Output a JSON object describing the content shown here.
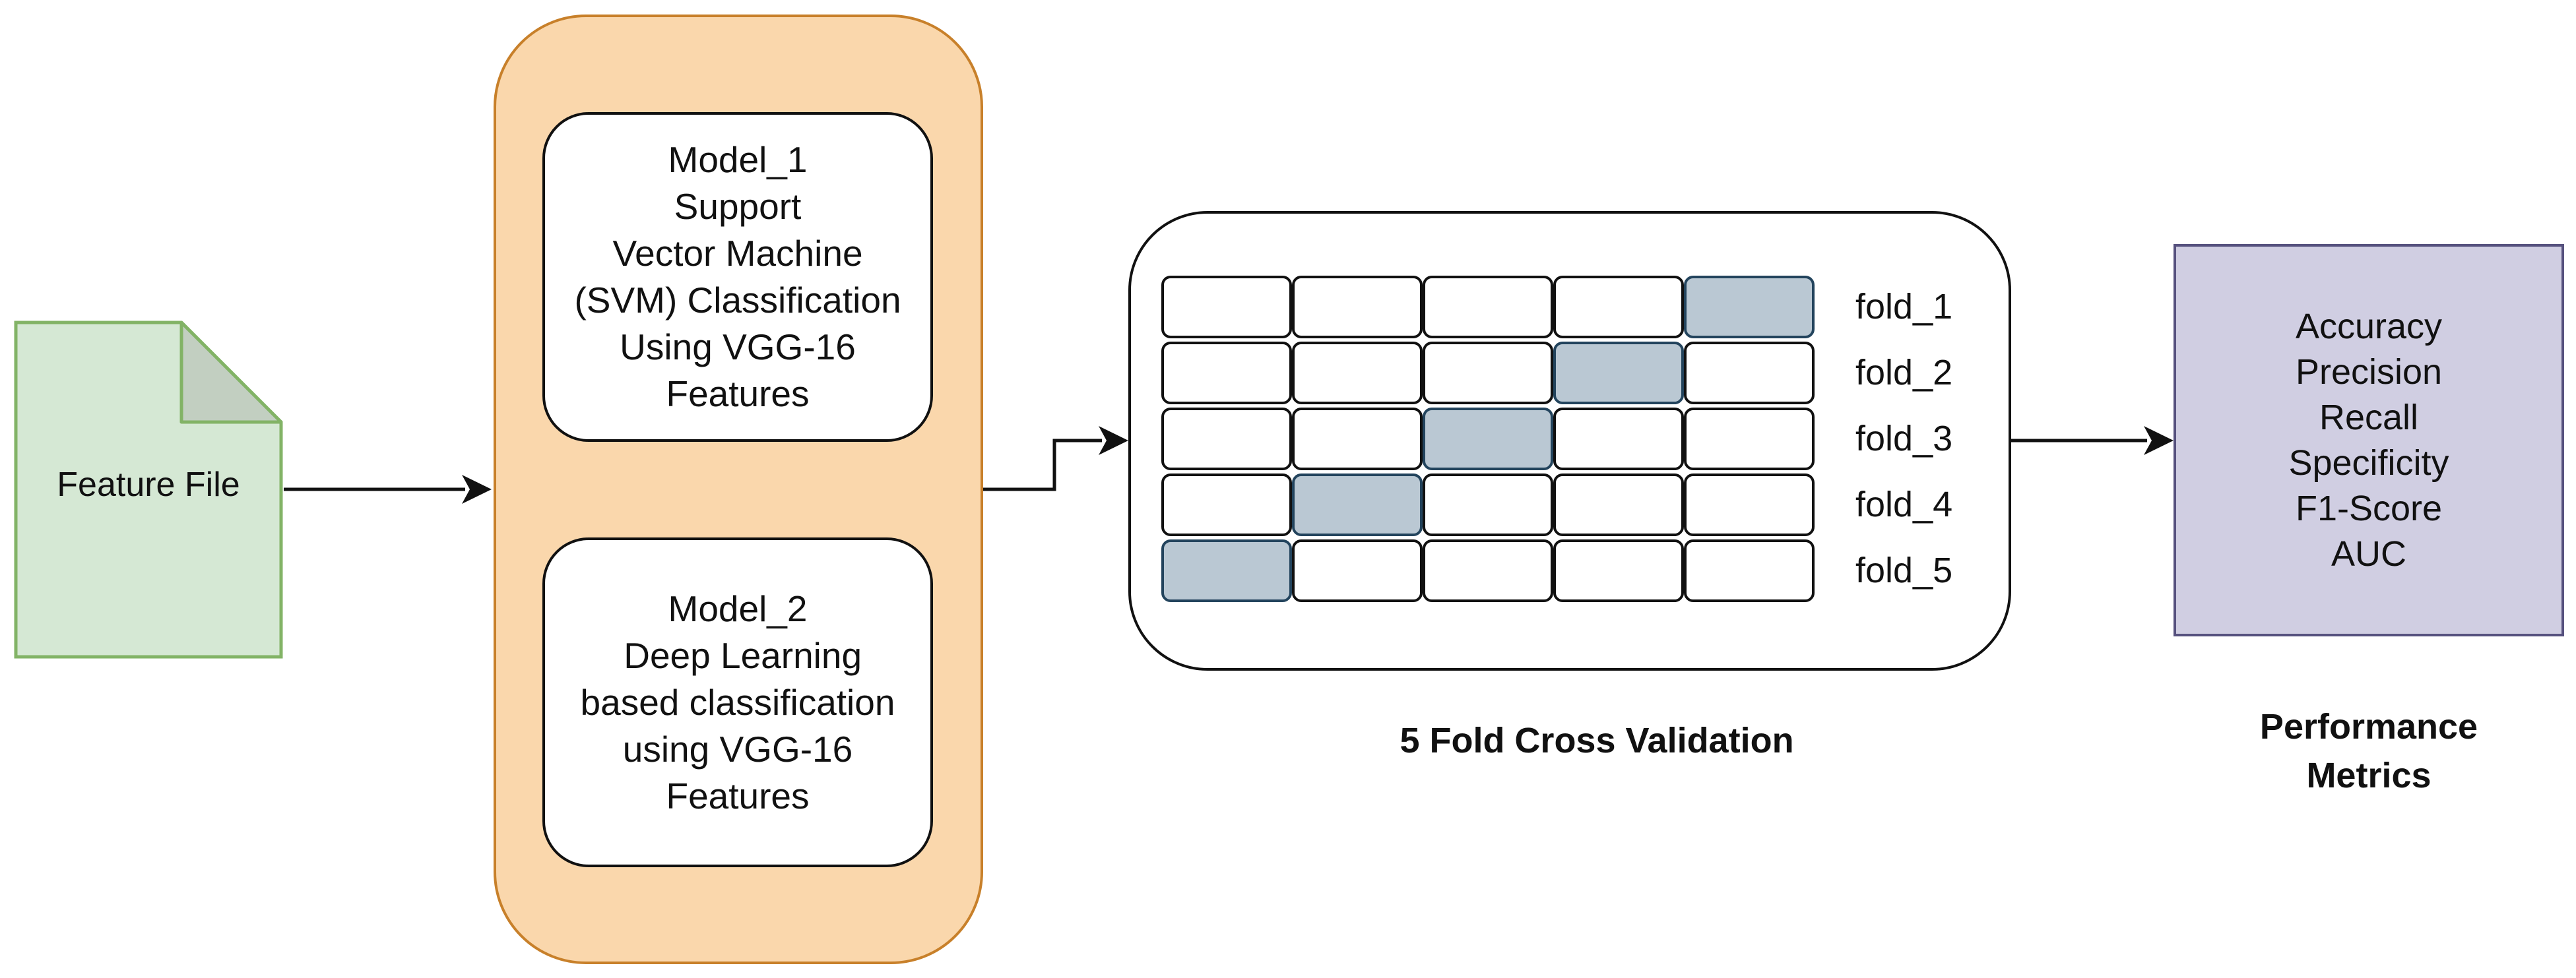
{
  "feature_file": {
    "label": "Feature File"
  },
  "model_1": {
    "lines": [
      "Model_1",
      "Support",
      "Vector Machine",
      "(SVM) Classification",
      "Using VGG-16",
      "Features"
    ]
  },
  "model_2": {
    "lines": [
      "Model_2",
      " Deep Learning",
      "based classification",
      "using VGG-16",
      "Features"
    ]
  },
  "cross_validation": {
    "title": "5 Fold Cross Validation",
    "folds": [
      "fold_1",
      "fold_2",
      "fold_3",
      "fold_4",
      "fold_5"
    ],
    "test_fold_column": [
      5,
      4,
      3,
      2,
      1
    ]
  },
  "performance": {
    "title_lines": [
      "Performance",
      "Metrics"
    ],
    "metrics": [
      "Accuracy",
      "Precision",
      "Recall",
      "Specificity",
      "F1-Score",
      "AUC"
    ]
  },
  "colors": {
    "feature_fill": "#d5e8d4",
    "feature_stroke": "#82b366",
    "model_container_fill": "#fad7ac",
    "model_container_stroke": "#c8802a",
    "test_fold_fill": "#bac8d3",
    "test_fold_stroke": "#23445d",
    "metrics_fill": "#d0cee2",
    "metrics_stroke": "#56517e"
  }
}
